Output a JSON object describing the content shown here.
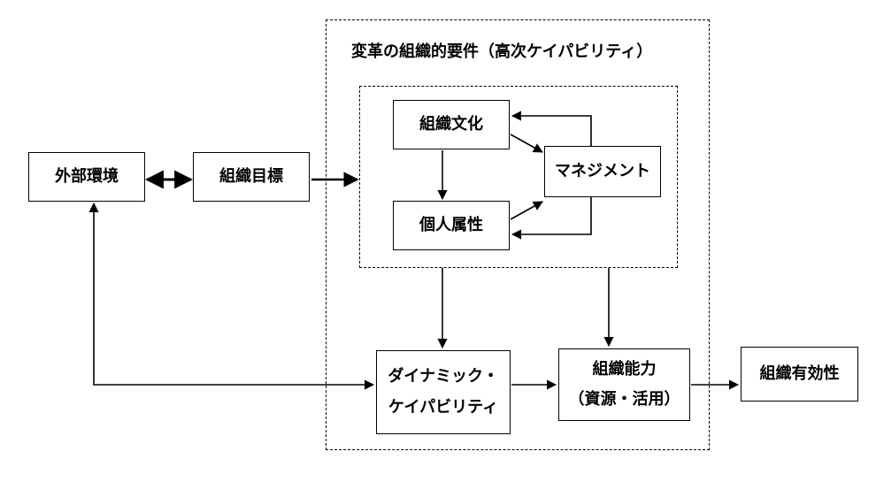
{
  "outer_group_title": "変革の組織的要件（高次ケイパビリティ）",
  "nodes": {
    "external_env": "外部環境",
    "org_goal": "組織目標",
    "org_culture": "組織文化",
    "management": "マネジメント",
    "individual_attr": "個人属性",
    "dynamic_cap_line1": "ダイナミック・",
    "dynamic_cap_line2": "ケイパビリティ",
    "org_capability_line1": "組織能力",
    "org_capability_line2": "（資源・活用）",
    "org_effectiveness": "組織有効性"
  }
}
